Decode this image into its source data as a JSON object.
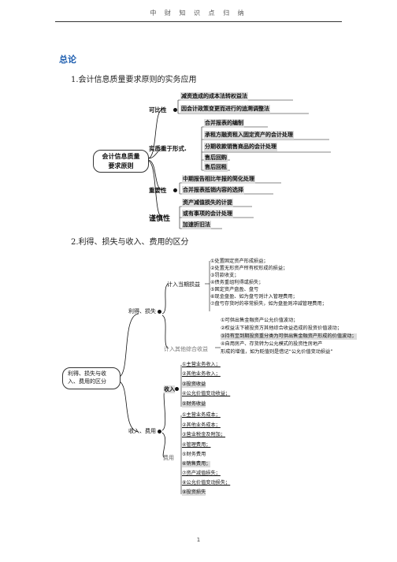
{
  "header": {
    "title": "中 财 知 识 点 归 纳"
  },
  "section": {
    "title": "总论"
  },
  "item1": {
    "heading": "1.会计信息质量要求原则的实务应用",
    "root": "会计信息质量要求原则",
    "groups": [
      {
        "label": "可比性",
        "leaves": [
          "减资造成的成本法转权益法",
          "因会计政策变更而进行的追溯调整法"
        ]
      },
      {
        "label": "实质重于形式",
        "leaves": [
          "合并报表的编制",
          "承租方融资租入固定资产的会计处理",
          "分期收款销售商品的会计处理",
          "售后回购",
          "售后回租"
        ]
      },
      {
        "label": "重要性",
        "leaves": [
          "中期报告相比年报的简化处理",
          "合并报表抵销内容的选择"
        ]
      },
      {
        "label": "谨慎性",
        "leaves": [
          "资产减值损失的计提",
          "或有事项的会计处理",
          "加速折旧法"
        ]
      }
    ]
  },
  "item2": {
    "heading": "2.利得、损失与收入、费用的区分",
    "root": "利得、损失与收入、费用的区分",
    "branch_a": {
      "label": "利得、损失",
      "sub1": {
        "label": "计入当期损益",
        "leaves": [
          "①处置固定资产形成损益；",
          "②处置无形资产所有权形成的损益；",
          "③罚款收支；",
          "④债务重组利得或损失；",
          "⑤固定资产盘盈、盘亏",
          "⑥现金盘盈、如为盘亏则计入管理费用；",
          "⑦盘亏存货时的非常损失，如为盘盈则冲减管理费用；"
        ]
      },
      "sub2": {
        "label": "计入其他综合收益",
        "leaves": [
          "①可供出售金融资产公允价值波动；",
          "②权益法下被投资方其他综合收益造成的投资价值波动；",
          "③持有至到期投资重分类为可供出售金融资产形成的价值波动；",
          "④自用房产、存货转为公允模式的投资性房地产",
          "形成的增值，如为贬值则是借记“公允价值变动损益”"
        ]
      }
    },
    "branch_b": {
      "label": "收入、费用",
      "income": {
        "label": "收入",
        "leaves": [
          "①主营业务收入；",
          "②其他业务收入；",
          "③投资收益",
          "④公允价值变动收益；",
          "⑤财务收益"
        ]
      },
      "expense": {
        "label": "费用",
        "leaves": [
          "①主营业务成本；",
          "②其他业务成本；",
          "③营业税金及附加；",
          "④管理费用；",
          "⑤财务费用",
          "⑥销售费用；",
          "⑦资产减值损失；",
          "⑧公允价值变动损失；",
          "⑨投资损失"
        ]
      }
    }
  },
  "footer": {
    "page": "1"
  }
}
